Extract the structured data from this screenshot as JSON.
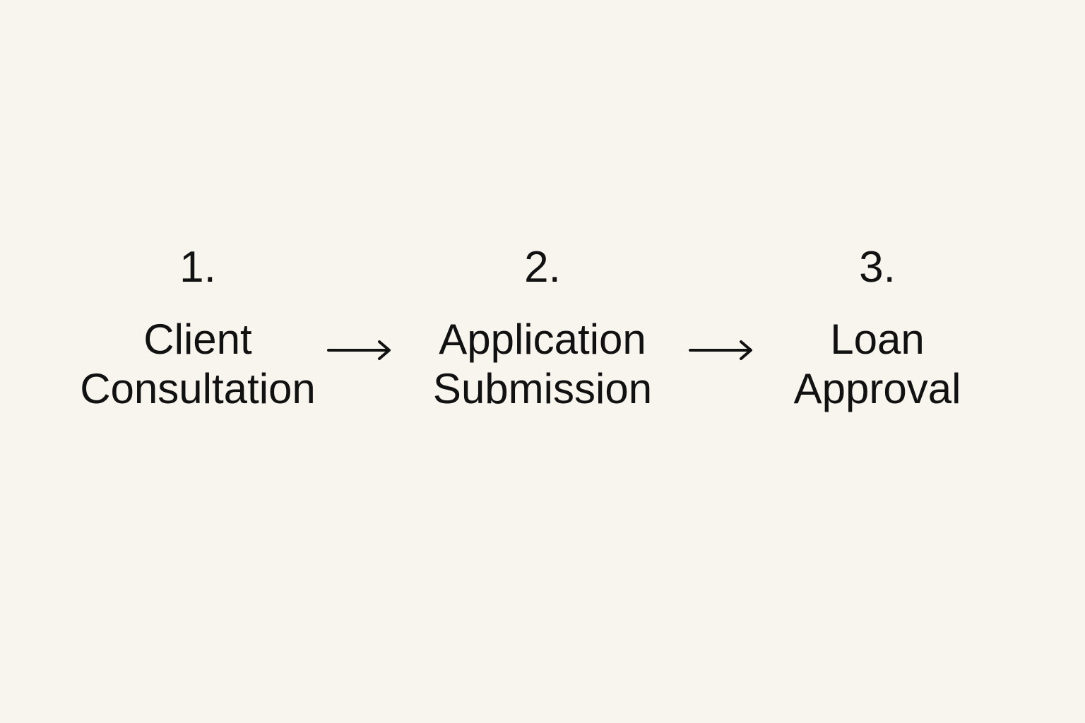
{
  "steps": [
    {
      "number": "1.",
      "line1": "Client",
      "line2": "Consultation"
    },
    {
      "number": "2.",
      "line1": "Application",
      "line2": "Submission"
    },
    {
      "number": "3.",
      "line1": "Loan",
      "line2": "Approval"
    }
  ],
  "connectors": [
    {
      "icon": "right-arrow-icon"
    },
    {
      "icon": "right-arrow-icon"
    }
  ],
  "colors": {
    "background": "#f8f4ee",
    "text": "#111111"
  }
}
